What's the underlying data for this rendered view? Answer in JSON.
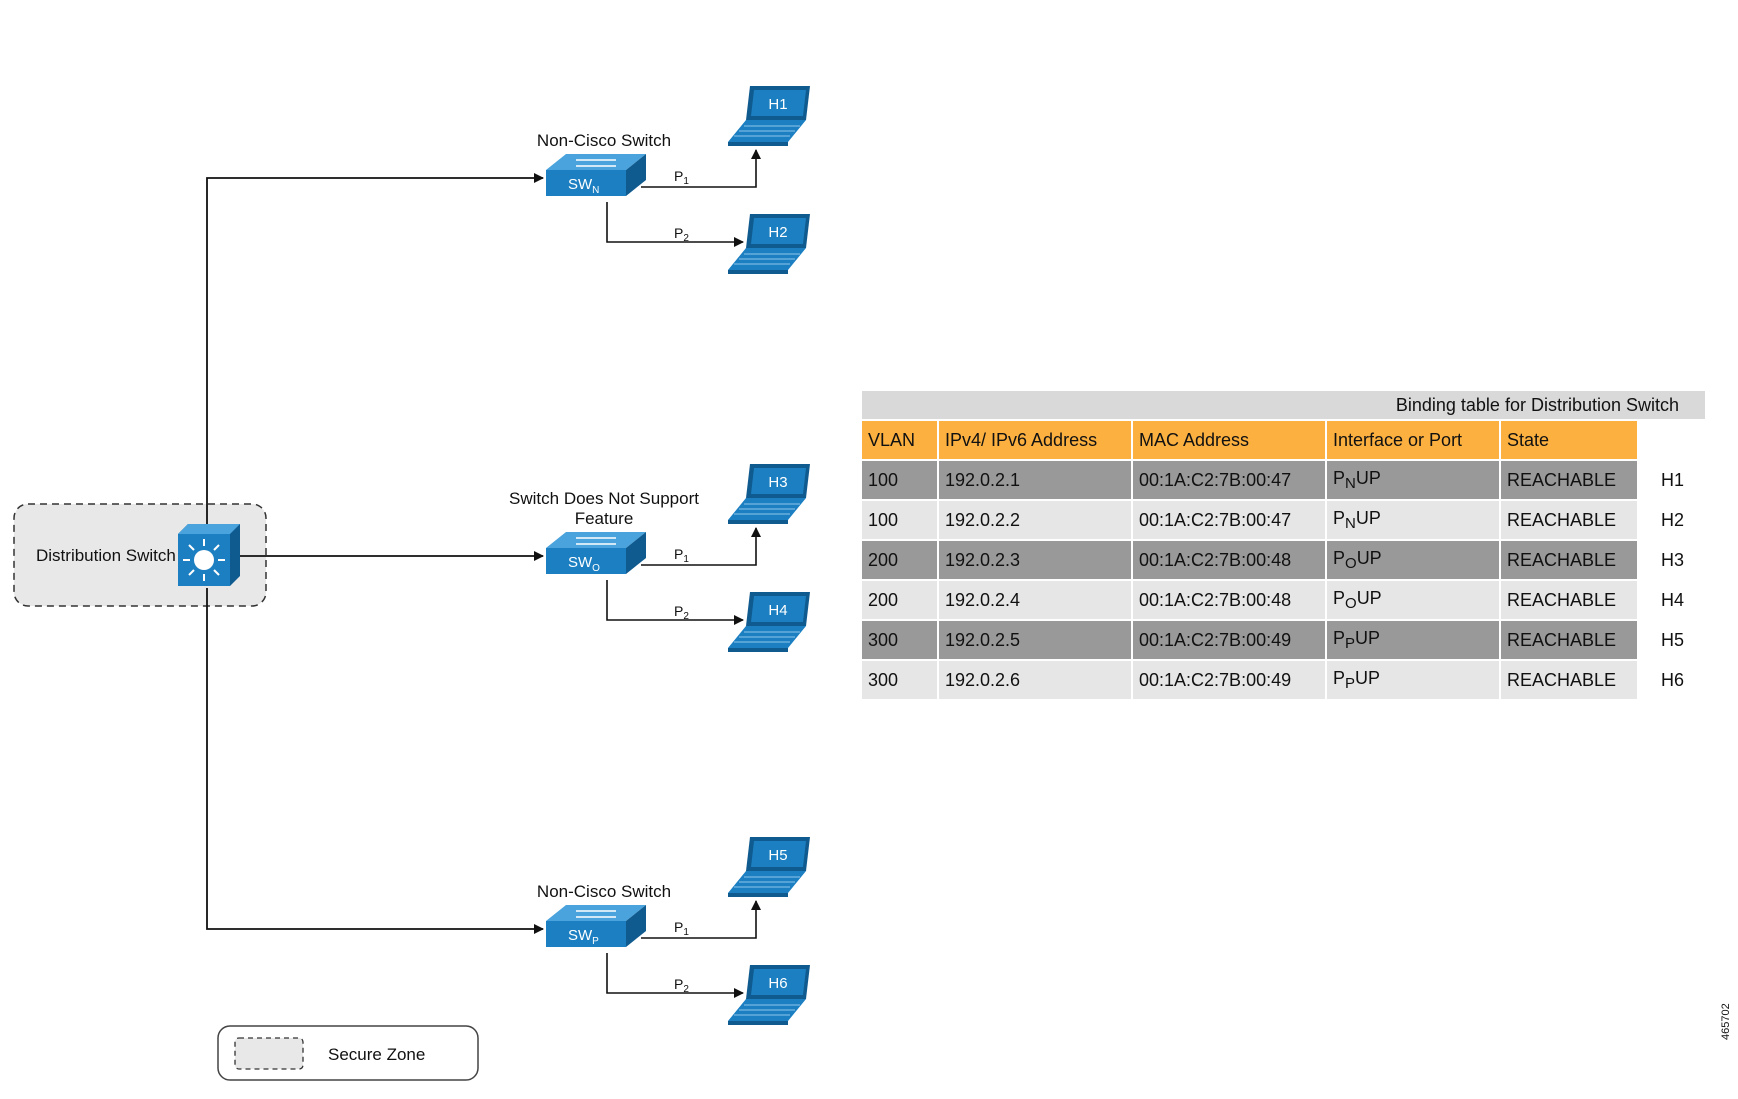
{
  "distribution_switch": {
    "label": "Distribution Switch"
  },
  "switches": [
    {
      "label_lines": [
        "Non-Cisco Switch"
      ],
      "name_main": "SW",
      "name_sub": "N",
      "ports": [
        {
          "main": "P",
          "sub": "1"
        },
        {
          "main": "P",
          "sub": "2"
        }
      ],
      "hosts": [
        "H1",
        "H2"
      ]
    },
    {
      "label_lines": [
        "Switch Does Not Support",
        "Feature"
      ],
      "name_main": "SW",
      "name_sub": "O",
      "ports": [
        {
          "main": "P",
          "sub": "1"
        },
        {
          "main": "P",
          "sub": "2"
        }
      ],
      "hosts": [
        "H3",
        "H4"
      ]
    },
    {
      "label_lines": [
        "Non-Cisco Switch"
      ],
      "name_main": "SW",
      "name_sub": "P",
      "ports": [
        {
          "main": "P",
          "sub": "1"
        },
        {
          "main": "P",
          "sub": "2"
        }
      ],
      "hosts": [
        "H5",
        "H6"
      ]
    }
  ],
  "legend": {
    "label": "Secure Zone"
  },
  "binding_table": {
    "title": "Binding table for Distribution Switch",
    "headers": [
      "VLAN",
      "IPv4/ IPv6 Address",
      "MAC Address",
      "Interface or Port",
      "State"
    ],
    "rows": [
      {
        "vlan": "100",
        "ip": "192.0.2.1",
        "mac": "00:1A:C2:7B:00:47",
        "port_main": "P",
        "port_sub": "N",
        "port_state": "UP",
        "state": "REACHABLE",
        "host": "H1"
      },
      {
        "vlan": "100",
        "ip": "192.0.2.2",
        "mac": "00:1A:C2:7B:00:47",
        "port_main": "P",
        "port_sub": "N",
        "port_state": "UP",
        "state": "REACHABLE",
        "host": "H2"
      },
      {
        "vlan": "200",
        "ip": "192.0.2.3",
        "mac": "00:1A:C2:7B:00:48",
        "port_main": "P",
        "port_sub": "O",
        "port_state": "UP",
        "state": "REACHABLE",
        "host": "H3"
      },
      {
        "vlan": "200",
        "ip": "192.0.2.4",
        "mac": "00:1A:C2:7B:00:48",
        "port_main": "P",
        "port_sub": "O",
        "port_state": "UP",
        "state": "REACHABLE",
        "host": "H4"
      },
      {
        "vlan": "300",
        "ip": "192.0.2.5",
        "mac": "00:1A:C2:7B:00:49",
        "port_main": "P",
        "port_sub": "P",
        "port_state": "UP",
        "state": "REACHABLE",
        "host": "H5"
      },
      {
        "vlan": "300",
        "ip": "192.0.2.6",
        "mac": "00:1A:C2:7B:00:49",
        "port_main": "P",
        "port_sub": "P",
        "port_state": "UP",
        "state": "REACHABLE",
        "host": "H6"
      }
    ]
  },
  "figure_id": "465702",
  "colors": {
    "device_blue": "#1b7fc1",
    "device_dark": "#0f5a8e",
    "header_orange": "#fbb040",
    "row_dark": "#999999",
    "row_light": "#e6e6e6",
    "zone_fill": "#e8e8e8"
  }
}
